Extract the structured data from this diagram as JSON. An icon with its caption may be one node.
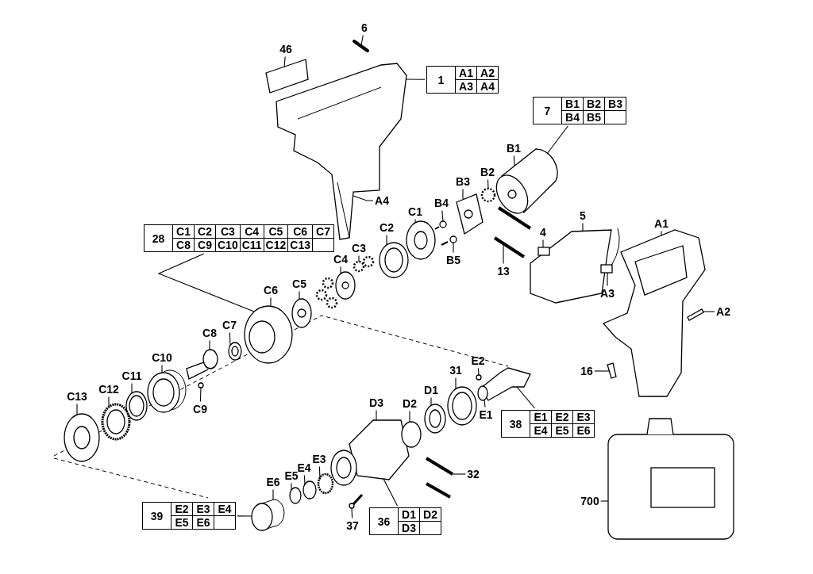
{
  "diagram": {
    "nodes": [
      {
        "text": [
          "6"
        ]
      },
      {
        "text": [
          "46"
        ]
      },
      {
        "text": [
          "1",
          "A1",
          "A2",
          "A3",
          "A4"
        ]
      },
      {
        "text": [
          "A4"
        ]
      },
      {
        "text": [
          "7",
          "B1",
          "B2",
          "B3",
          "B4",
          "B5"
        ]
      },
      {
        "text": [
          "B1"
        ]
      },
      {
        "text": [
          "B2"
        ]
      },
      {
        "text": [
          "B3"
        ]
      },
      {
        "text": [
          "B4"
        ]
      },
      {
        "text": [
          "28",
          "C1",
          "C2",
          "C3",
          "C4",
          "C5",
          "C6",
          "C7",
          "C8",
          "C9",
          "C10",
          "C11",
          "C12",
          "C13"
        ]
      },
      {
        "text": [
          "C1"
        ]
      },
      {
        "text": [
          "C2"
        ]
      },
      {
        "text": [
          "C3"
        ]
      },
      {
        "text": [
          "C4"
        ]
      },
      {
        "text": [
          "5"
        ]
      },
      {
        "text": [
          "4"
        ]
      },
      {
        "text": [
          "A1"
        ]
      },
      {
        "text": [
          "B5"
        ]
      },
      {
        "text": [
          "13"
        ]
      },
      {
        "text": [
          "C5"
        ]
      },
      {
        "text": [
          "C6"
        ]
      },
      {
        "text": [
          "A3"
        ]
      },
      {
        "text": [
          "A2"
        ]
      },
      {
        "text": [
          "C7"
        ]
      },
      {
        "text": [
          "C8"
        ]
      },
      {
        "text": [
          "C10"
        ]
      },
      {
        "text": [
          "E2"
        ]
      },
      {
        "text": [
          "31"
        ]
      },
      {
        "text": [
          "16"
        ]
      },
      {
        "text": [
          "C11"
        ]
      },
      {
        "text": [
          "C12"
        ]
      },
      {
        "text": [
          "D1"
        ]
      },
      {
        "text": [
          "C13"
        ]
      },
      {
        "text": [
          "D3"
        ]
      },
      {
        "text": [
          "D2"
        ]
      },
      {
        "text": [
          "C9"
        ]
      },
      {
        "text": [
          "E1"
        ]
      },
      {
        "text": [
          "38",
          "E1",
          "E2",
          "E3",
          "E4",
          "E5",
          "E6"
        ]
      },
      {
        "text": [
          "E3"
        ]
      },
      {
        "text": [
          "E4"
        ]
      },
      {
        "text": [
          "E5"
        ]
      },
      {
        "text": [
          "E6"
        ]
      },
      {
        "text": [
          "32"
        ]
      },
      {
        "text": [
          "700"
        ]
      },
      {
        "text": [
          "39",
          "E2",
          "E3",
          "E4",
          "E5",
          "E6"
        ]
      },
      {
        "text": [
          "37"
        ]
      },
      {
        "text": [
          "36",
          "D1",
          "D2",
          "D3"
        ]
      },
      {
        "text": [],
        "shape": "picture"
      },
      {
        "text": [],
        "shape": "picture"
      },
      {
        "text": [],
        "shape": "picture"
      },
      {
        "text": [],
        "shape": "picture"
      },
      {
        "text": [],
        "shape": "circle"
      },
      {
        "text": [],
        "shape": "picture"
      },
      {
        "text": [],
        "shape": "picture"
      },
      {
        "text": [],
        "shape": "picture"
      },
      {
        "text": [],
        "shape": "picture"
      },
      {
        "text": [],
        "shape": "picture"
      },
      {
        "text": [],
        "shape": "picture"
      },
      {
        "text": [],
        "shape": "picture"
      },
      {
        "text": [],
        "shape": "picture"
      },
      {
        "text": [],
        "shape": "picture"
      },
      {
        "text": [],
        "shape": "box"
      },
      {
        "text": [],
        "shape": "picture"
      },
      {
        "text": [],
        "shape": "picture"
      },
      {
        "text": [],
        "shape": "picture"
      },
      {
        "text": [],
        "shape": "picture"
      },
      {
        "text": [],
        "shape": "picture"
      },
      {
        "text": [],
        "shape": "picture"
      },
      {
        "text": [],
        "shape": "picture"
      },
      {
        "text": [],
        "shape": "picture"
      },
      {
        "text": [],
        "shape": "circle"
      },
      {
        "text": [],
        "shape": "picture"
      },
      {
        "text": [],
        "shape": "picture"
      },
      {
        "text": [],
        "shape": "picture"
      },
      {
        "text": [],
        "shape": "picture"
      },
      {
        "text": [],
        "shape": "picture"
      },
      {
        "text": [],
        "shape": "circle"
      },
      {
        "text": [],
        "shape": "picture"
      },
      {
        "text": [],
        "shape": "picture"
      },
      {
        "text": [],
        "shape": "circle"
      },
      {
        "text": [],
        "shape": "picture"
      },
      {
        "text": [],
        "shape": "circle"
      },
      {
        "text": [],
        "shape": "circle"
      },
      {
        "text": [],
        "shape": "circle"
      },
      {
        "text": [],
        "shape": "cylinder"
      },
      {
        "text": [],
        "shape": "picture"
      },
      {
        "text": [],
        "shape": "picture"
      },
      {
        "text": [],
        "shape": "picture"
      }
    ],
    "edges": [
      {
        "from": 0,
        "to": 48,
        "arrow": "none"
      },
      {
        "from": 1,
        "to": 47,
        "arrow": "none"
      },
      {
        "from": 2,
        "to": 49,
        "arrow": "none"
      },
      {
        "from": 3,
        "to": 49,
        "arrow": "none"
      },
      {
        "from": 4,
        "to": 50,
        "arrow": "none"
      },
      {
        "from": 5,
        "to": 50,
        "arrow": "none"
      },
      {
        "from": 6,
        "to": 51,
        "arrow": "none"
      },
      {
        "from": 7,
        "to": 52,
        "arrow": "none"
      },
      {
        "from": 8,
        "to": 53,
        "arrow": "none"
      },
      {
        "from": 9,
        "to": 67,
        "arrow": "none"
      },
      {
        "from": 10,
        "to": 55,
        "arrow": "none"
      },
      {
        "from": 11,
        "to": 56,
        "arrow": "none"
      },
      {
        "from": 12,
        "to": 57,
        "arrow": "none"
      },
      {
        "from": 13,
        "to": 58,
        "arrow": "none"
      },
      {
        "from": 14,
        "to": 60,
        "arrow": "none"
      },
      {
        "from": 15,
        "to": 61,
        "arrow": "none"
      },
      {
        "from": 16,
        "to": 62,
        "arrow": "none"
      },
      {
        "from": 17,
        "to": 54,
        "arrow": "none"
      },
      {
        "from": 18,
        "to": 59,
        "arrow": "none"
      },
      {
        "from": 19,
        "to": 66,
        "arrow": "none"
      },
      {
        "from": 20,
        "to": 67,
        "arrow": "none"
      },
      {
        "from": 21,
        "to": 63,
        "arrow": "none"
      },
      {
        "from": 22,
        "to": 64,
        "arrow": "none"
      },
      {
        "from": 23,
        "to": 68,
        "arrow": "none"
      },
      {
        "from": 24,
        "to": 69,
        "arrow": "none"
      },
      {
        "from": 25,
        "to": 71,
        "arrow": "none"
      },
      {
        "from": 26,
        "to": 79,
        "arrow": "none"
      },
      {
        "from": 27,
        "to": 78,
        "arrow": "none"
      },
      {
        "from": 28,
        "to": 65,
        "arrow": "none"
      },
      {
        "from": 29,
        "to": 72,
        "arrow": "none"
      },
      {
        "from": 30,
        "to": 73,
        "arrow": "none"
      },
      {
        "from": 31,
        "to": 77,
        "arrow": "none"
      },
      {
        "from": 32,
        "to": 74,
        "arrow": "none"
      },
      {
        "from": 33,
        "to": 75,
        "arrow": "none"
      },
      {
        "from": 34,
        "to": 76,
        "arrow": "none"
      },
      {
        "from": 35,
        "to": 70,
        "arrow": "none"
      },
      {
        "from": 36,
        "to": 80,
        "arrow": "none"
      },
      {
        "from": 37,
        "to": 80,
        "arrow": "none"
      },
      {
        "from": 38,
        "to": 81,
        "arrow": "none"
      },
      {
        "from": 39,
        "to": 82,
        "arrow": "none"
      },
      {
        "from": 40,
        "to": 83,
        "arrow": "none"
      },
      {
        "from": 41,
        "to": 84,
        "arrow": "none"
      },
      {
        "from": 42,
        "to": 85,
        "arrow": "none"
      },
      {
        "from": 43,
        "to": 87,
        "arrow": "none"
      },
      {
        "from": 44,
        "to": 84,
        "arrow": "none"
      },
      {
        "from": 45,
        "to": 86,
        "arrow": "none"
      },
      {
        "from": 46,
        "to": 75,
        "arrow": "none"
      }
    ]
  }
}
